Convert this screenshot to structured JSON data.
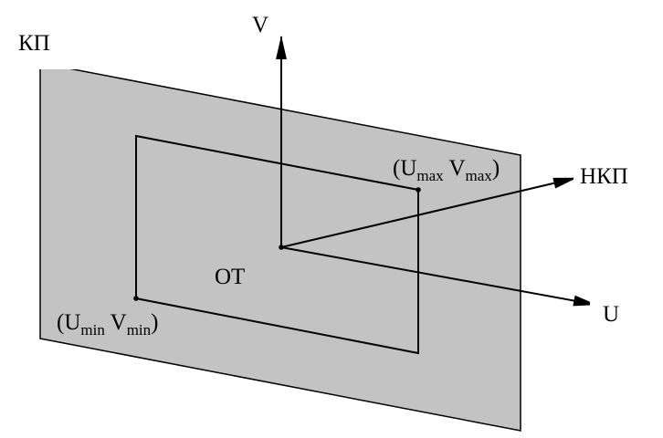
{
  "plane_label": "КП",
  "axis_v_label": "V",
  "axis_u_label": "U",
  "normal_label": "НКП",
  "window_label": "ОТ",
  "corner_max": {
    "open": "(U",
    "u_sub": "max",
    "v": " V",
    "v_sub": "max",
    "close": ")"
  },
  "corner_min": {
    "open": "(U",
    "u_sub": "min",
    "v": " V",
    "v_sub": "min",
    "close": ")"
  },
  "colors": {
    "plane_fill": "#c3c3c3",
    "stroke": "#000000",
    "label_bg": "#ffffff"
  }
}
